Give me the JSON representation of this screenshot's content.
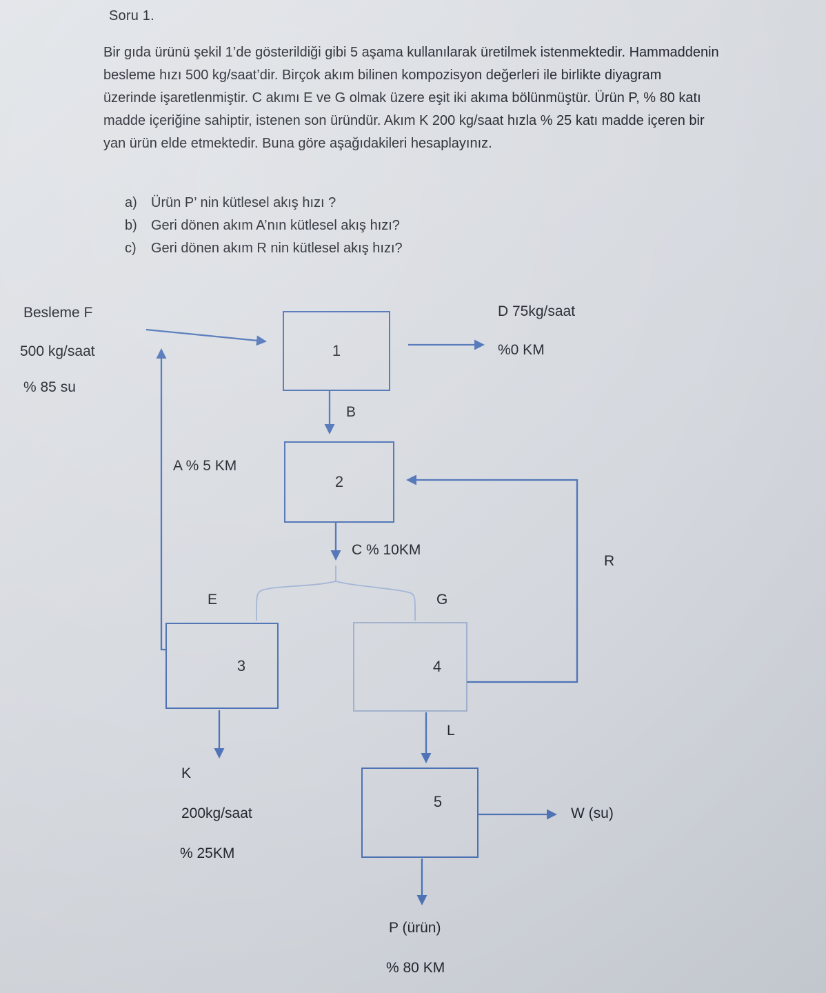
{
  "document": {
    "title": "Soru 1.",
    "paragraph_lines": [
      "Bir gıda ürünü şekil 1’de gösterildiği gibi 5 aşama kullanılarak üretilmek istenmektedir. Hammaddenin",
      "besleme hızı 500 kg/saat’dir.  Birçok akım bilinen kompozisyon değerleri ile birlikte diyagram",
      "üzerinde işaretlenmiştir. C akımı E ve G olmak üzere eşit iki akıma bölünmüştür. Ürün P, % 80 katı",
      "madde içeriğine sahiptir, istenen son üründür. Akım K 200 kg/saat hızla % 25 katı madde içeren bir",
      "yan ürün elde etmektedir. Buna göre aşağıdakileri hesaplayınız."
    ],
    "questions": [
      {
        "letter": "a)",
        "text": "Ürün P’ nin kütlesel akış hızı ?"
      },
      {
        "letter": "b)",
        "text": "Geri dönen akım A’nın kütlesel akış hızı?"
      },
      {
        "letter": "c)",
        "text": "Geri dönen akım R nin kütlesel akış hızı?"
      }
    ]
  },
  "diagram": {
    "feed": {
      "name": "Besleme F",
      "rate": "500 kg/saat",
      "composition": "% 85 su"
    },
    "nodes": {
      "n1": "1",
      "n2": "2",
      "n3": "3",
      "n4": "4",
      "n5": "5"
    },
    "streams": {
      "d_rate": "D 75kg/saat",
      "d_comp": "%0 KM",
      "b": "B",
      "a": "A % 5 KM",
      "c": "C % 10KM",
      "e": "E",
      "g": "G",
      "r": "R",
      "k": "K",
      "k_rate": "200kg/saat",
      "k_comp": "% 25KM",
      "l": "L",
      "w": "W (su)",
      "p": "P (ürün)",
      "p_comp": "% 80 KM"
    },
    "colors": {
      "line": "#4f74b8",
      "faint_line": "#96abd3",
      "ink": "#23272f",
      "paper": "#d8dbe0"
    }
  }
}
